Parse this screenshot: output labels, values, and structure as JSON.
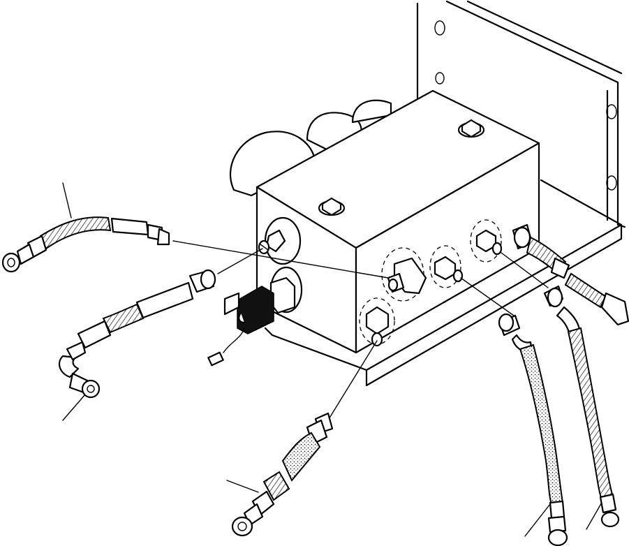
{
  "figure": {
    "description_labels": [],
    "colors": {
      "line": "#000000",
      "background": "#ffffff"
    }
  },
  "parts": {
    "manifold": "valve-block",
    "hoses": [
      "hose-upper-left",
      "hose-middle-left",
      "hose-bottom-center",
      "hose-bottom-right-1",
      "hose-bottom-right-2"
    ],
    "fittings": [
      "fitting-left-upper",
      "fitting-elbow-front",
      "fitting-front-center",
      "fitting-front-right",
      "fitting-lower-front"
    ],
    "electrical": [
      "solenoid-switch",
      "connector-plug"
    ]
  }
}
